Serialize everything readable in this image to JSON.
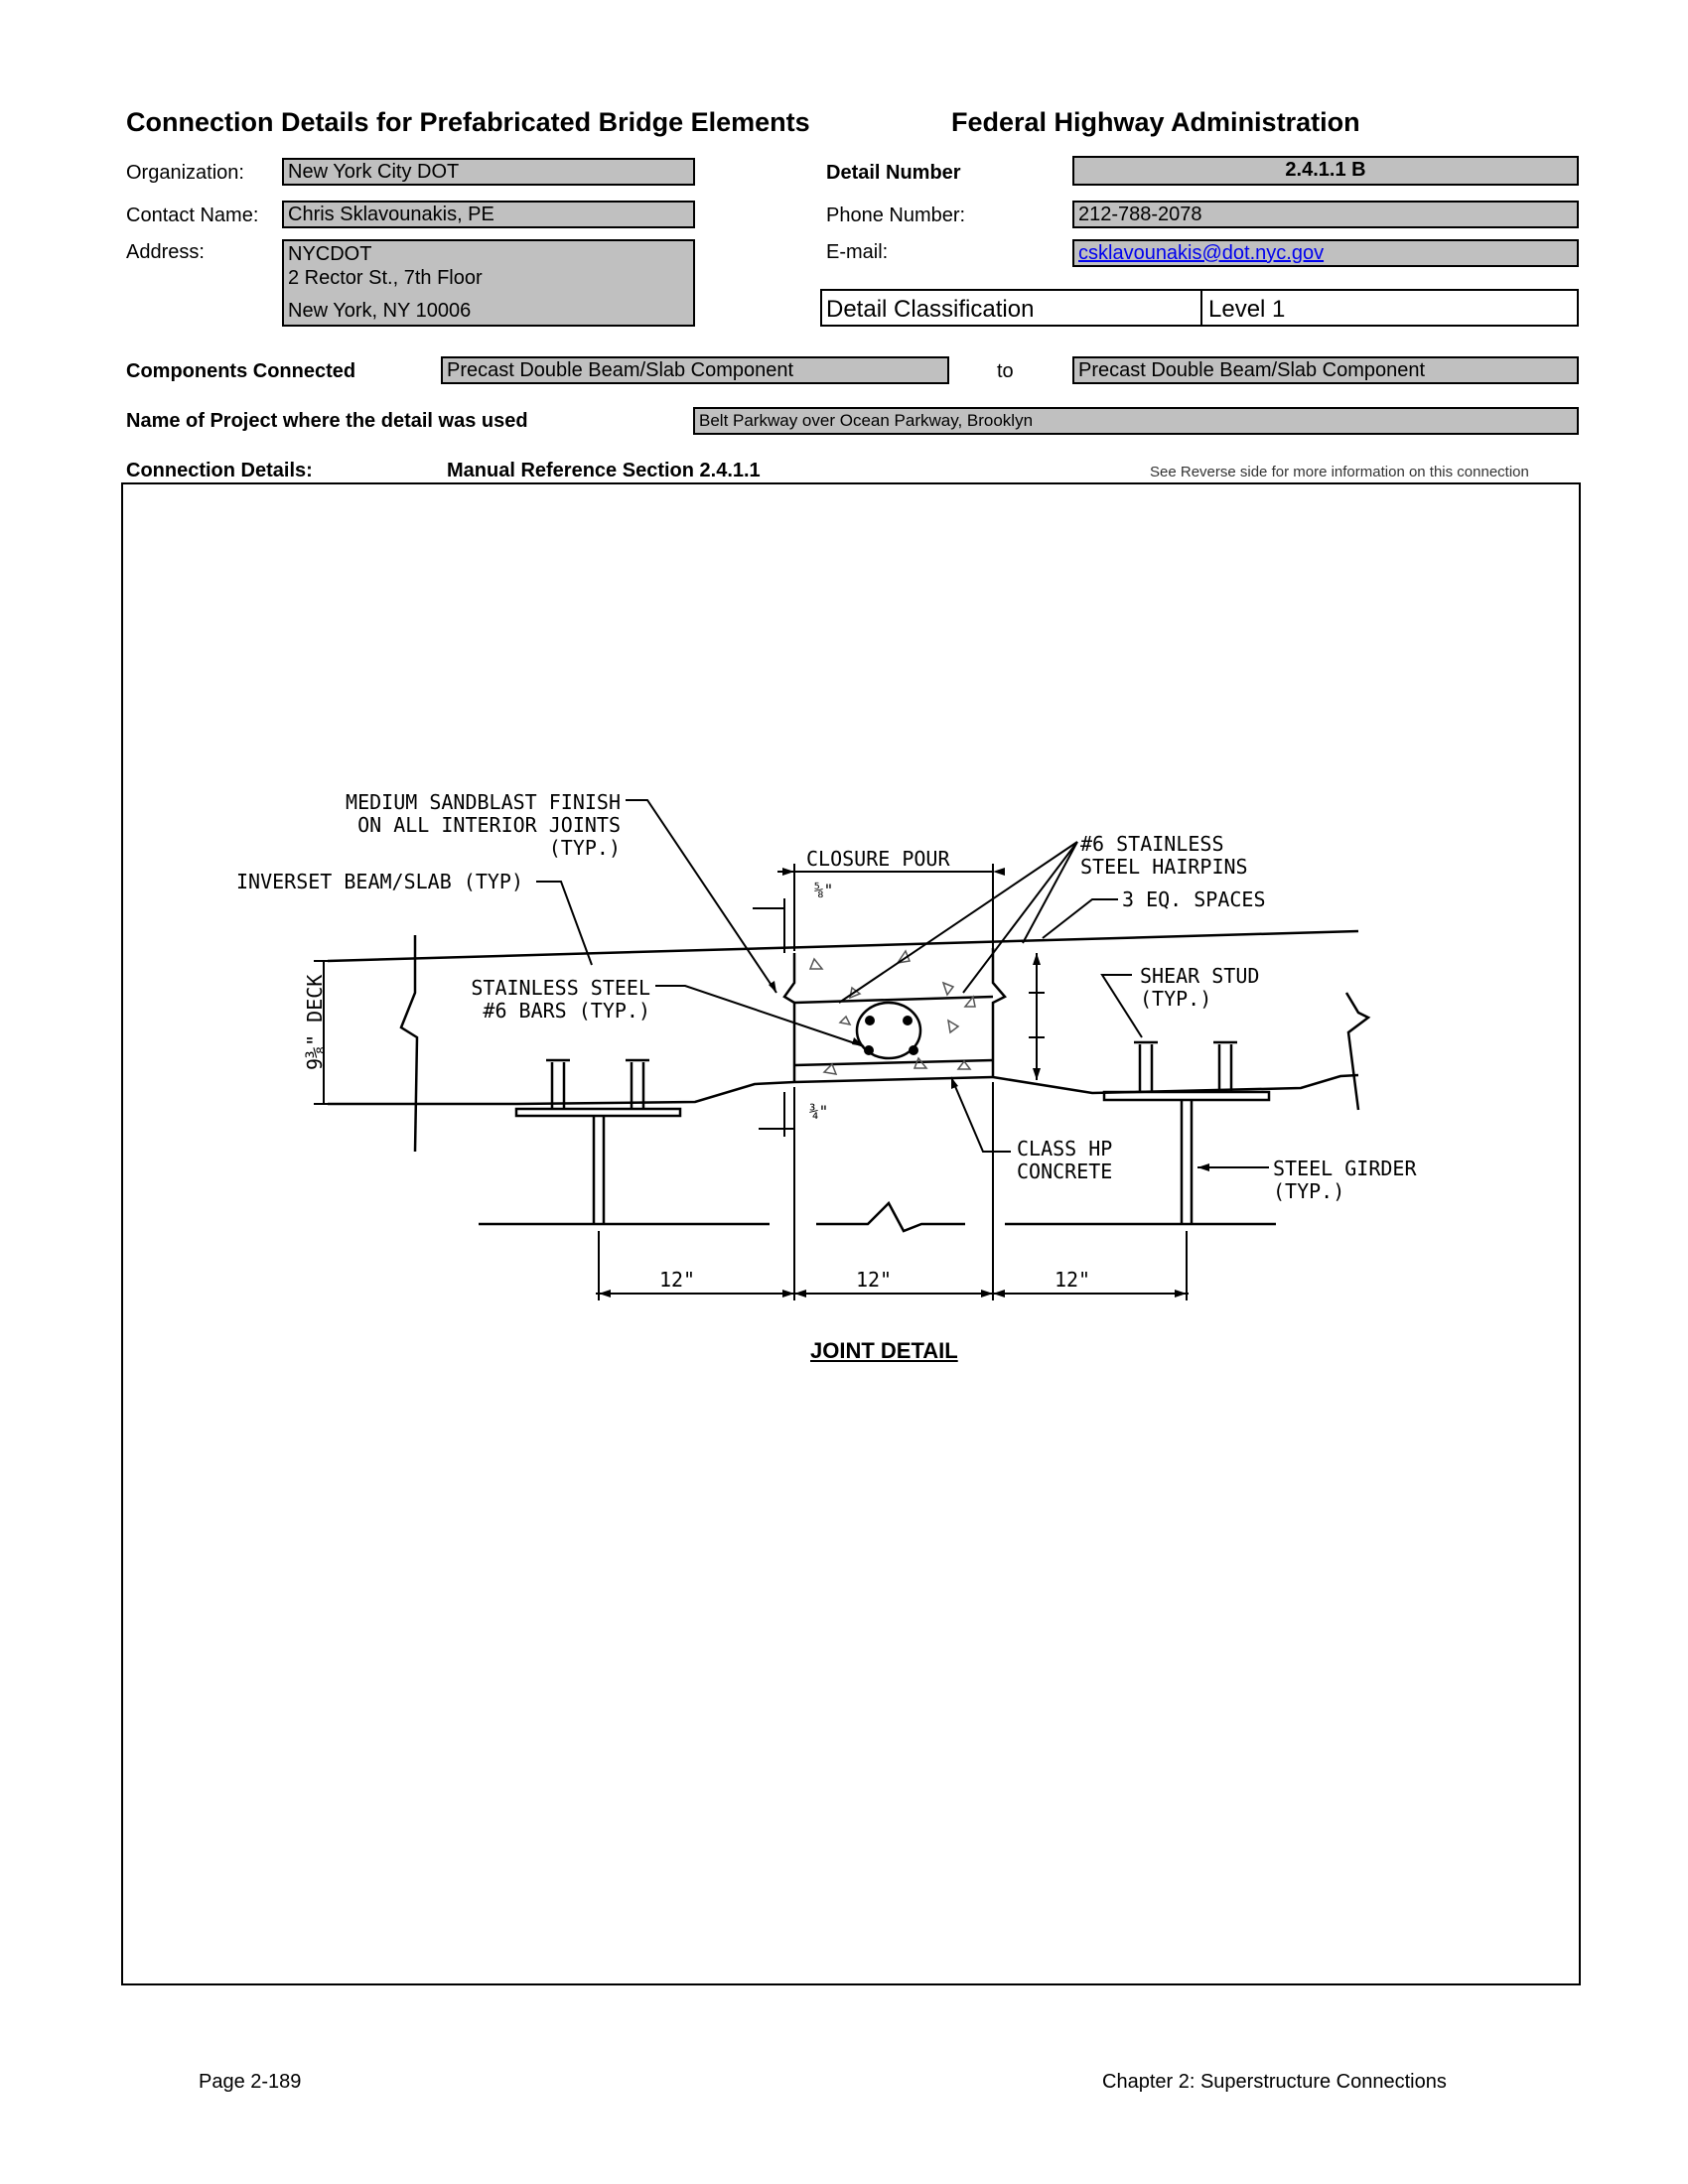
{
  "header": {
    "title": "Connection Details for Prefabricated Bridge Elements",
    "agency": "Federal Highway Administration"
  },
  "info": {
    "organization_label": "Organization:",
    "organization": "New York City DOT",
    "contact_label": "Contact Name:",
    "contact": "Chris Sklavounakis, PE",
    "address_label": "Address:",
    "address_line1": "NYCDOT",
    "address_line2": "2 Rector St., 7th Floor",
    "address_line3": "New York, NY 10006",
    "detail_number_label": "Detail Number",
    "detail_number": "2.4.1.1 B",
    "phone_label": "Phone Number:",
    "phone": "212-788-2078",
    "email_label": "E-mail:",
    "email": "csklavounakis@dot.nyc.gov",
    "classification_label": "Detail Classification",
    "classification": "Level 1"
  },
  "components": {
    "label": "Components Connected",
    "from": "Precast Double Beam/Slab Component",
    "to_label": "to",
    "to": "Precast Double Beam/Slab Component"
  },
  "project": {
    "label": "Name of Project where the detail was used",
    "name": "Belt Parkway over Ocean Parkway, Brooklyn"
  },
  "details": {
    "label": "Connection Details:",
    "manual_ref": "Manual Reference Section 2.4.1.1",
    "reverse_note": "See Reverse side for more information on this connection"
  },
  "drawing": {
    "callouts": {
      "sandblast_1": "MEDIUM SANDBLAST FINISH",
      "sandblast_2": "ON ALL INTERIOR JOINTS",
      "sandblast_3": "(TYP.)",
      "inverset": "INVERSET BEAM/SLAB (TYP)",
      "closure_pour": "CLOSURE POUR",
      "hairpins_1": "#6 STAINLESS",
      "hairpins_2": "STEEL HAIRPINS",
      "eq_spaces": "3 EQ. SPACES",
      "stainless_1": "STAINLESS STEEL",
      "stainless_2": "#6 BARS (TYP.)",
      "shear_1": "SHEAR STUD",
      "shear_2": "(TYP.)",
      "deck": "9⅜\" DECK",
      "dim_five_eighths": "⅝\"",
      "dim_three_quarters": "¾\"",
      "class_hp_1": "CLASS HP",
      "class_hp_2": "CONCRETE",
      "girder_1": "STEEL GIRDER",
      "girder_2": "(TYP.)",
      "dim_left": "12\"",
      "dim_mid": "12\"",
      "dim_right": "12\""
    },
    "caption": "JOINT DETAIL"
  },
  "footer": {
    "page": "Page 2-189",
    "chapter": "Chapter 2: Superstructure Connections"
  }
}
